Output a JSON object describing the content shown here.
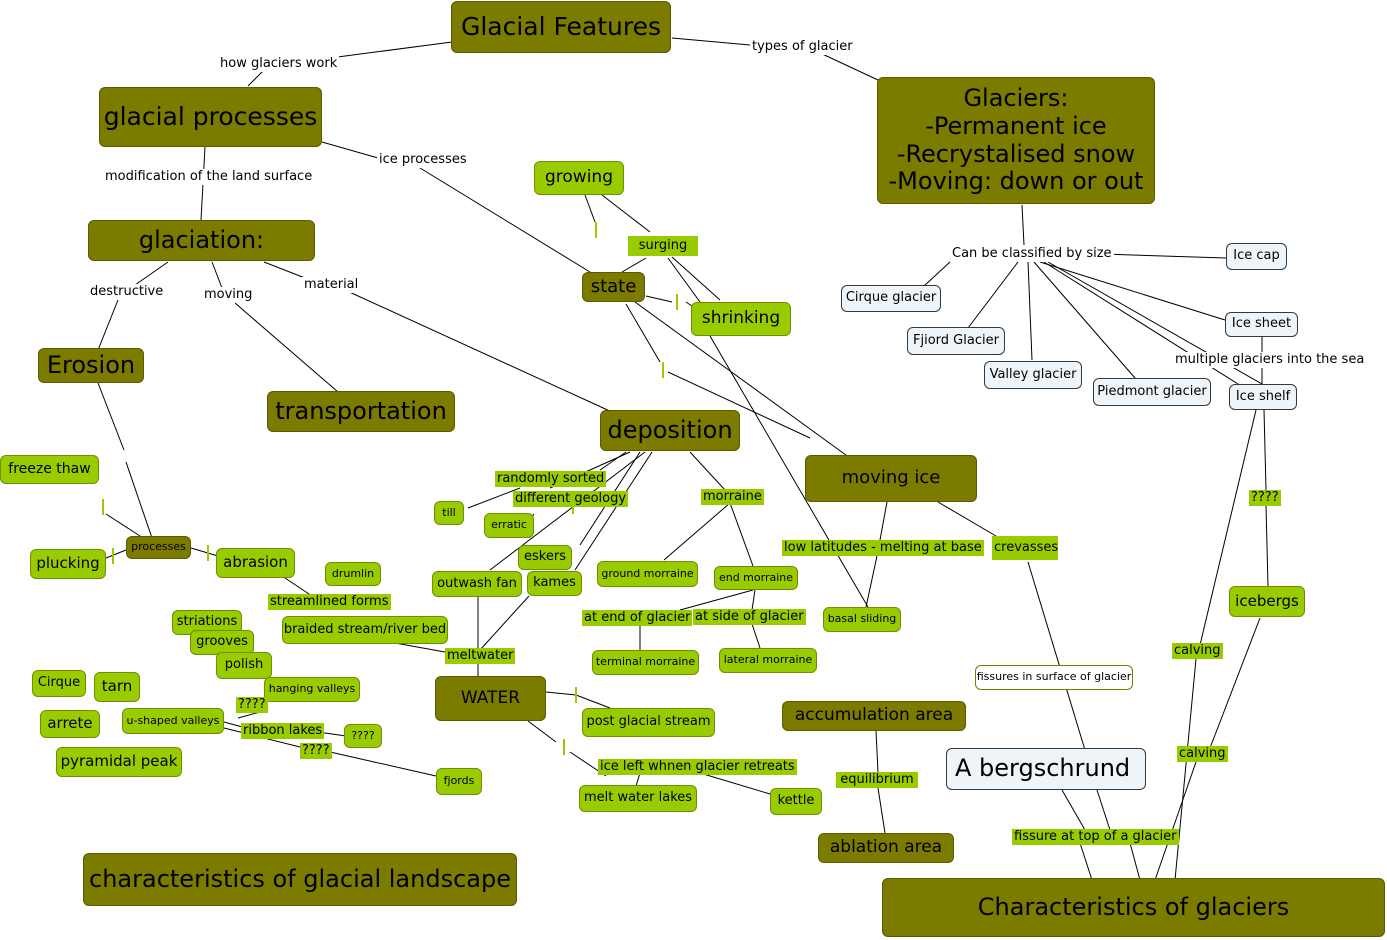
{
  "nodes": {
    "glacial_features": "Glacial Features",
    "glaciers_def": "Glaciers:\n-Permanent ice\n-Recrystalised snow\n-Moving: down or out",
    "glacial_processes": "glacial processes",
    "glaciation": "glaciation:",
    "erosion": "Erosion",
    "transportation": "transportation",
    "deposition": "deposition",
    "moving_ice": "moving ice",
    "state": "state",
    "growing": "growing",
    "shrinking": "shrinking",
    "freeze_thaw": "freeze thaw",
    "processes": "processes",
    "plucking": "plucking",
    "abrasion": "abrasion",
    "drumlin": "drumlin",
    "striations": "striations",
    "grooves": "grooves",
    "polish": "polish",
    "braided": "braided stream/river bed",
    "cirque": "Cirque",
    "tarn": "tarn",
    "arrete": "arrete",
    "hanging_valleys": "hanging valleys",
    "u_shaped": "u-shaped valleys",
    "q_small": "????",
    "pyramidal": "pyramidal peak",
    "fjords": "fjords",
    "till": "till",
    "erratic": "erratic",
    "eskers": "eskers",
    "outwash": "outwash fan",
    "kames": "kames",
    "ground_moraine": "ground morraine",
    "end_moraine": "end morraine",
    "terminal_moraine": "terminal morraine",
    "lateral_moraine": "lateral morraine",
    "water": "WATER",
    "post_glacial": "post glacial stream",
    "meltwater_lakes": "melt water lakes",
    "kettle": "kettle",
    "basal_sliding": "basal sliding",
    "crevasses": "crevasses",
    "fissures": "fissures in surface of glacier",
    "bergschrund": "A bergschrund",
    "accumulation": "accumulation area",
    "ablation": "ablation area",
    "char_landscape": "characteristics of glacial landscape",
    "char_glaciers": "Characteristics of glaciers",
    "ice_cap": "Ice cap",
    "cirque_glacier": "Cirque glacier",
    "fjiord_glacier": "Fjiord Glacier",
    "valley_glacier": "Valley glacier",
    "piedmont_glacier": "Piedmont glacier",
    "ice_sheet": "Ice sheet",
    "ice_shelf": "Ice shelf",
    "icebergs": "icebergs"
  },
  "labels": {
    "how_glaciers_work": "how glaciers work",
    "types_of_glacier": "types of glacier",
    "ice_processes": "ice processes",
    "modification": "modification of the land surface",
    "destructive": "destructive",
    "moving": "moving",
    "material": "material",
    "surging": "surging",
    "randomly_sorted": "randomly sorted",
    "different_geology": "different geology",
    "morraine": "morraine",
    "low_latitudes": "low latitudes - melting at base",
    "streamlined": "streamlined forms",
    "meltwater": "meltwater",
    "q_ribbon_top": "????",
    "ribbon_lakes": "ribbon lakes",
    "q_ribbon_bottom": "????",
    "at_end": "at end of glacier",
    "at_side": "at side of glacier",
    "ice_left": "ice left whnen glacier retreats",
    "equilibrium": "equilibrium",
    "fissure_top": "fissure at top of a glacier",
    "classified_by_size": "Can be classified by size",
    "multiple_glaciers": "multiple glaciers into the sea",
    "q_ice_shelf": "????",
    "calving_1": "calving",
    "calving_2": "calving"
  },
  "colors": {
    "dark_node": "#7b7b00",
    "light_node": "#99cc00",
    "pale_node": "#eef4f8",
    "line": "#000000"
  }
}
